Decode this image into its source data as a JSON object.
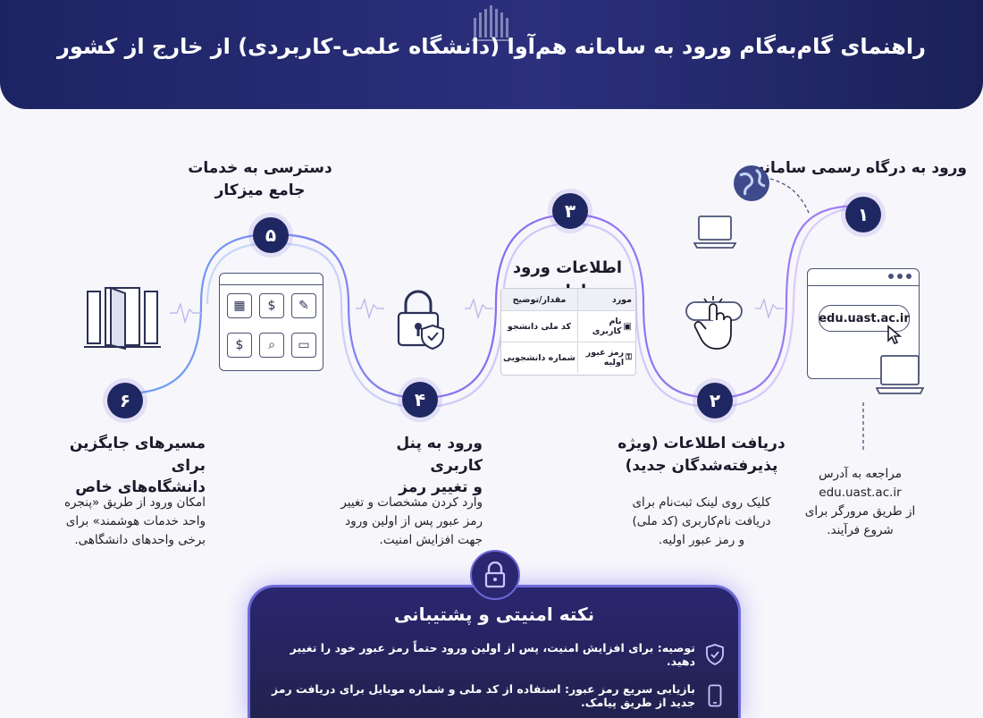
{
  "header": {
    "title": "راهنمای گام‌به‌گام ورود به سامانه هم‌آوا (دانشگاه علمی-کاربردی) از خارج از کشور"
  },
  "steps": [
    {
      "number": "۱",
      "title": "ورود به درگاه رسمی سامانه",
      "url": "edu.uast.ac.ir",
      "desc": [
        "مراجعه به آدرس",
        "edu.uast.ac.ir",
        "از طریق مرورگر برای",
        "شروع فرآیند."
      ]
    },
    {
      "number": "۲",
      "title": [
        "دریافت اطلاعات (ویژه",
        "پذیرفته‌شدگان جدید)"
      ],
      "desc": [
        "کلیک روی لینک ثبت‌نام برای",
        "دریافت نام‌کاربری (کد ملی)",
        "و رمز عبور اولیه."
      ]
    },
    {
      "number": "۳",
      "title": "اطلاعات ورود اولیه",
      "table": {
        "headers": [
          "مورد",
          "مقدار/توضیح"
        ],
        "rows": [
          [
            "نام کاربری",
            "کد ملی دانشجو"
          ],
          [
            "رمز عبور اولیه",
            "شماره دانشجویی"
          ]
        ]
      }
    },
    {
      "number": "۴",
      "title": [
        "ورود به پنل کاربری",
        "و تغییر رمز"
      ],
      "desc": [
        "وارد کردن مشخصات و تغییر",
        "رمز عبور پس از اولین ورود",
        "جهت افزایش امنیت."
      ]
    },
    {
      "number": "۵",
      "title": [
        "دسترسی به خدمات",
        "جامع میزکار"
      ]
    },
    {
      "number": "۶",
      "title": [
        "مسیرهای جایگزین برای",
        "دانشگاه‌های خاص"
      ],
      "desc": [
        "امکان ورود از طریق «پنجره",
        "واحد خدمات هوشمند» برای",
        "برخی واحدهای دانشگاهی."
      ]
    }
  ],
  "security": {
    "title": "نکته امنیتی و پشتیبانی",
    "items": [
      {
        "icon": "shield-check-icon",
        "text": "توصیه: برای افزایش امنیت، پس از اولین ورود حتماً رمز عبور خود را تغییر دهید."
      },
      {
        "icon": "mobile-phone-icon",
        "text": "بازیابی سریع رمز عبور: استفاده از کد ملی و شماره موبایل برای دریافت رمز جدید از طریق پیامک."
      }
    ]
  },
  "colors": {
    "header_bg": "#1d2464",
    "accent": "#6d6ad8",
    "number_bg": "#1f2763"
  }
}
